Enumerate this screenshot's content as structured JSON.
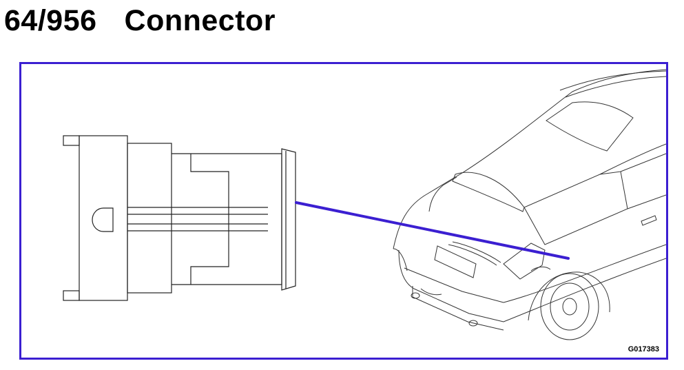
{
  "header": {
    "code": "64/956",
    "name": "Connector"
  },
  "figure": {
    "reference": "G017383",
    "colors": {
      "frame": "#3b1fd1",
      "pointer": "#3b1fd1",
      "line_art": "#222222"
    },
    "icons": [
      "connector-illustration",
      "car-illustration",
      "leader-line"
    ]
  }
}
